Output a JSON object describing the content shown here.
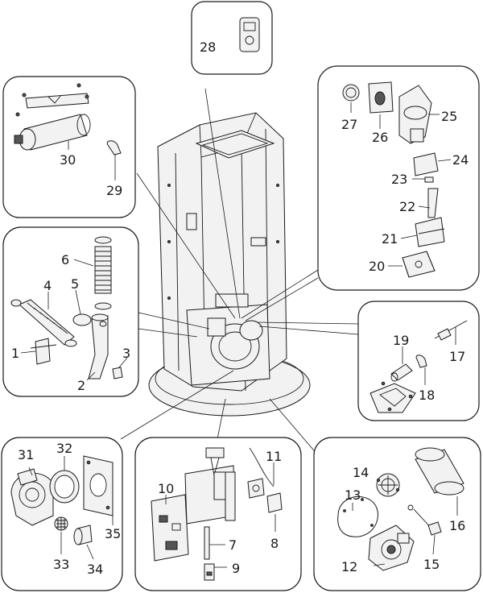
{
  "callouts": [
    {
      "id": "1",
      "text": "1"
    },
    {
      "id": "2",
      "text": "2"
    },
    {
      "id": "3",
      "text": "3"
    },
    {
      "id": "4",
      "text": "4"
    },
    {
      "id": "5",
      "text": "5"
    },
    {
      "id": "6",
      "text": "6"
    },
    {
      "id": "7",
      "text": "7"
    },
    {
      "id": "8",
      "text": "8"
    },
    {
      "id": "9",
      "text": "9"
    },
    {
      "id": "10",
      "text": "10"
    },
    {
      "id": "11",
      "text": "11"
    },
    {
      "id": "12",
      "text": "12"
    },
    {
      "id": "13",
      "text": "13"
    },
    {
      "id": "14",
      "text": "14"
    },
    {
      "id": "15",
      "text": "15"
    },
    {
      "id": "16",
      "text": "16"
    },
    {
      "id": "17",
      "text": "17"
    },
    {
      "id": "18",
      "text": "18"
    },
    {
      "id": "19",
      "text": "19"
    },
    {
      "id": "20",
      "text": "20"
    },
    {
      "id": "21",
      "text": "21"
    },
    {
      "id": "22",
      "text": "22"
    },
    {
      "id": "23",
      "text": "23"
    },
    {
      "id": "24",
      "text": "24"
    },
    {
      "id": "25",
      "text": "25"
    },
    {
      "id": "26",
      "text": "26"
    },
    {
      "id": "27",
      "text": "27"
    },
    {
      "id": "28",
      "text": "28"
    },
    {
      "id": "29",
      "text": "29"
    },
    {
      "id": "30",
      "text": "30"
    },
    {
      "id": "31",
      "text": "31"
    },
    {
      "id": "32",
      "text": "32"
    },
    {
      "id": "33",
      "text": "33"
    },
    {
      "id": "34",
      "text": "34"
    },
    {
      "id": "35",
      "text": "35"
    }
  ],
  "colors": {
    "line": "#1a1a1a",
    "background": "#ffffff"
  }
}
